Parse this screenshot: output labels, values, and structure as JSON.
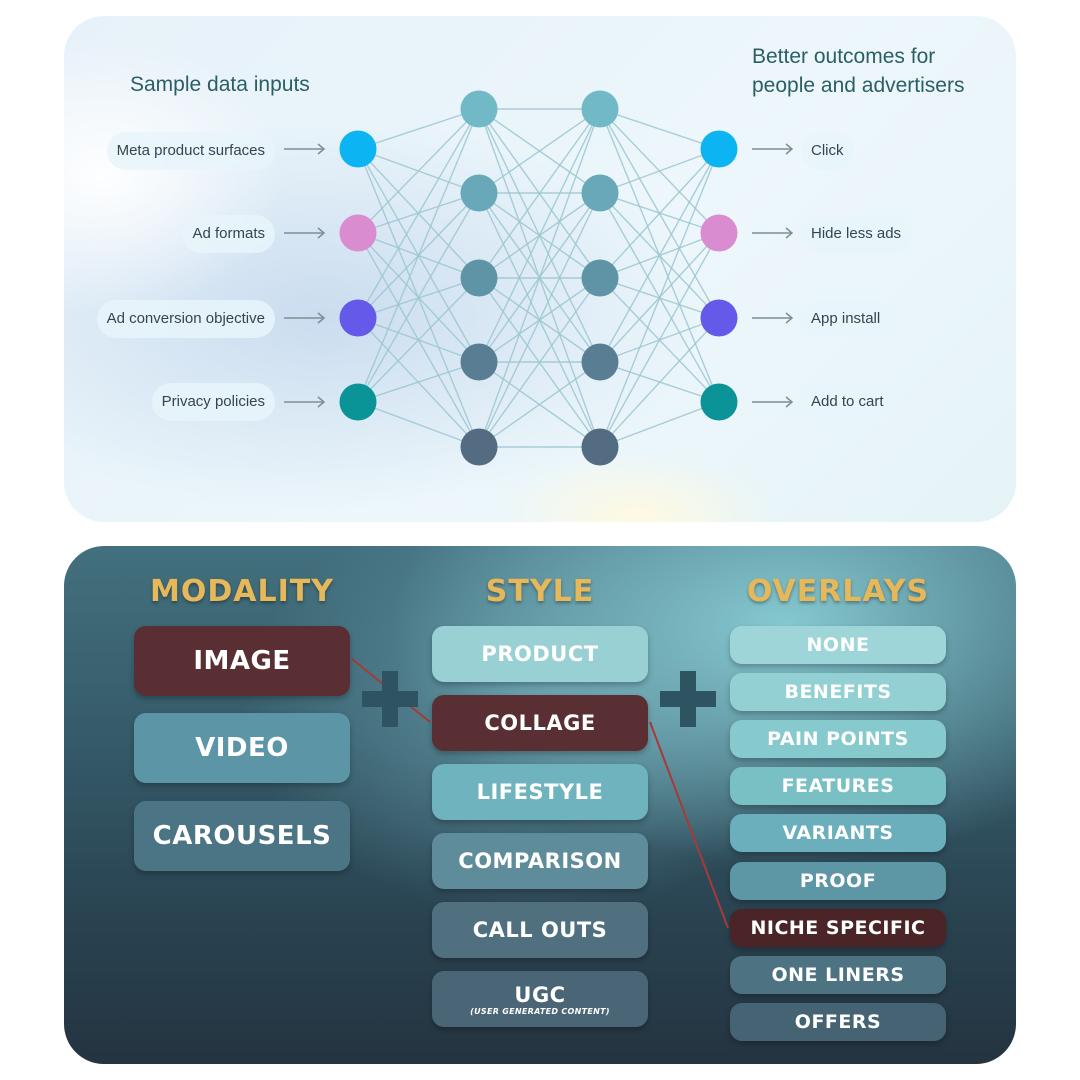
{
  "top": {
    "inputs_heading": "Sample data inputs",
    "outcomes_heading": "Better outcomes for people and advertisers",
    "inputs": [
      "Meta product surfaces",
      "Ad formats",
      "Ad conversion objective",
      "Privacy policies"
    ],
    "outputs": [
      "Click",
      "Hide less ads",
      "App install",
      "Add to cart"
    ],
    "node_colors": [
      "#0db4f2",
      "#d98ccf",
      "#6459e8",
      "#0b9497"
    ]
  },
  "bottom": {
    "accent_color": "#e7b85a",
    "selected_color": "#5a2f33",
    "modality": {
      "title": "MODALITY",
      "items": [
        "IMAGE",
        "VIDEO",
        "CAROUSELS"
      ],
      "selected": "IMAGE"
    },
    "style": {
      "title": "STYLE",
      "items": [
        "PRODUCT",
        "COLLAGE",
        "LIFESTYLE",
        "COMPARISON",
        "CALL OUTS",
        "UGC"
      ],
      "ugc_caption": "(USER GENERATED CONTENT)",
      "selected": "COLLAGE"
    },
    "overlays": {
      "title": "OVERLAYS",
      "items": [
        "NONE",
        "BENEFITS",
        "PAIN POINTS",
        "FEATURES",
        "VARIANTS",
        "PROOF",
        "NICHE SPECIFIC",
        "ONE LINERS",
        "OFFERS"
      ],
      "selected": "NICHE SPECIFIC"
    }
  }
}
